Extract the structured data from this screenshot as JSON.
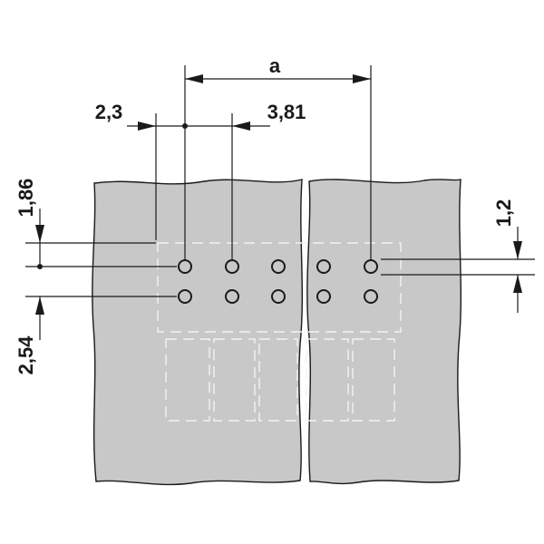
{
  "dimensions": {
    "a": "a",
    "pitch_offset": "2,3",
    "pitch": "3,81",
    "row_offset": "1,86",
    "row_pitch": "2,54",
    "hole_diameter": "1,2"
  },
  "colors": {
    "body": "#c8c8c8",
    "outline": "#1a1a1a",
    "hidden_lines": "#f2f2f2",
    "background": "#ffffff"
  },
  "drill_pattern": {
    "rows": 2,
    "columns": 5
  }
}
